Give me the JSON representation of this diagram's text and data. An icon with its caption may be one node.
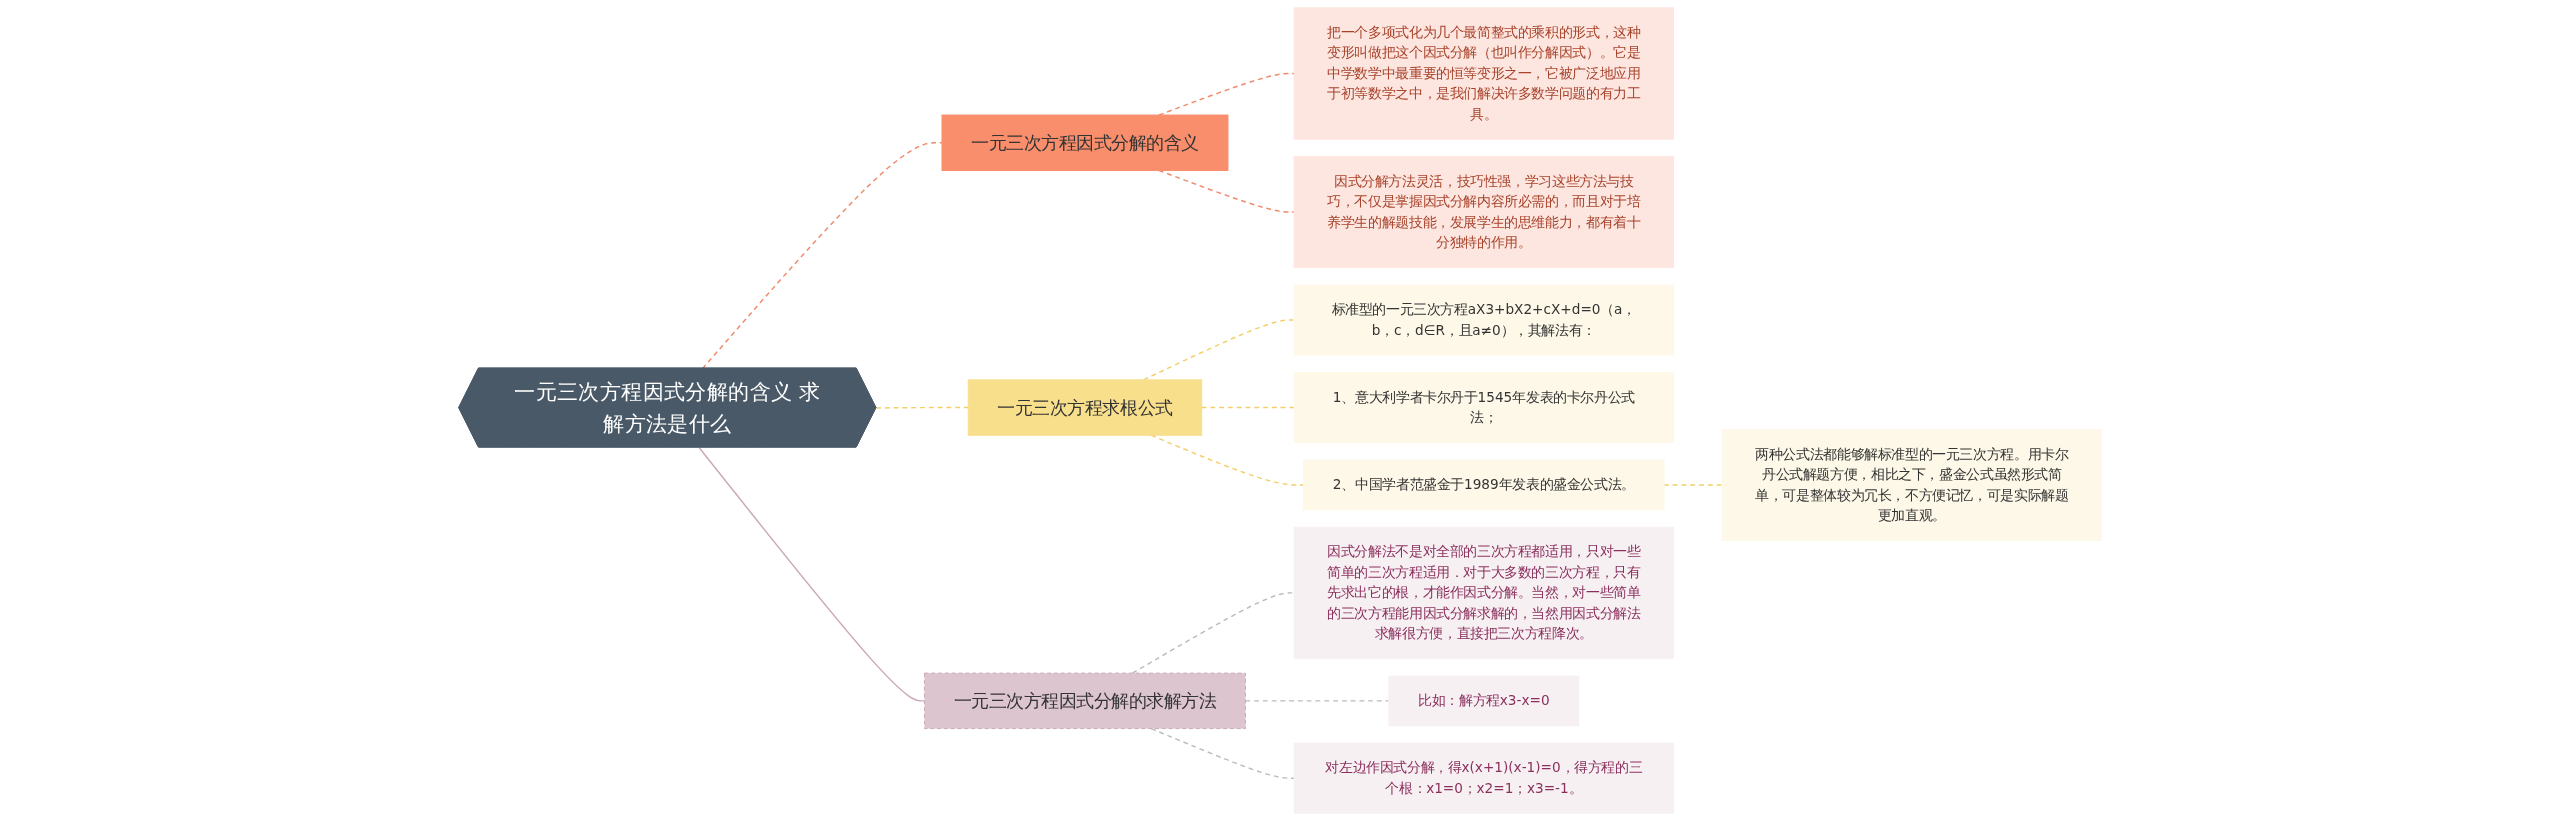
{
  "diagram": {
    "nodes": [
      {
        "text": [
          "一元三次方程因式分解的含义 求解方法是什么"
        ]
      },
      {
        "text": [
          "一元三次方程因式分解的含义"
        ]
      },
      {
        "text": [
          "把一个多项式化为几个最简整式的乘积的形式，这种变形叫做把这个因式分解（也叫作分解因式）。它是中学数学中最重要的恒等变形之一，它被广泛地应用于初等数学之中，是我们解决许多数学问题的有力工具。"
        ]
      },
      {
        "text": [
          "因式分解方法灵活，技巧性强，学习这些方法与技巧，不仅是掌握因式分解内容所必需的，而且对于培养学生的解题技能，发展学生的思维能力，都有着十分独特的作用。"
        ]
      },
      {
        "text": [
          "一元三次方程求根公式"
        ]
      },
      {
        "text": [
          "标准型的一元三次方程aX3+bX2+cX+d=0（a，b，c，d∈R，且a≠0），其解法有："
        ]
      },
      {
        "text": [
          "1、意大利学者卡尔丹于1545年发表的卡尔丹公式法；"
        ]
      },
      {
        "text": [
          "2、中国学者范盛金于1989年发表的盛金公式法。"
        ]
      },
      {
        "text": [
          "两种公式法都能够解标准型的一元三次方程。用卡尔丹公式解题方便，相比之下，盛金公式虽然形式简单，可是整体较为冗长，不方便记忆，可是实际解题更加直观。"
        ]
      },
      {
        "text": [
          "一元三次方程因式分解的求解方法"
        ]
      },
      {
        "text": [
          "因式分解法不是对全部的三次方程都适用，只对一些简单的三次方程适用．对于大多数的三次方程，只有先求出它的根，才能作因式分解。当然，对一些简单的三次方程能用因式分解求解的，当然用因式分解法求解很方便，直接把三次方程降次。"
        ]
      },
      {
        "text": [
          "比如：解方程x3-x=0"
        ]
      },
      {
        "text": [
          "对左边作因式分解，得x(x+1)(x-1)=0，得方程的三个根：x1=0；x2=1；x3=-1。"
        ]
      }
    ],
    "edges": [
      {
        "from": 0,
        "to": 1,
        "arrow": "none",
        "style": "dashed",
        "color": "#f08a6c"
      },
      {
        "from": 1,
        "to": 2,
        "arrow": "none",
        "style": "dashed",
        "color": "#f08a6c"
      },
      {
        "from": 1,
        "to": 3,
        "arrow": "none",
        "style": "dashed",
        "color": "#f08a6c"
      },
      {
        "from": 0,
        "to": 4,
        "arrow": "none",
        "style": "dashed"
      },
      {
        "from": 4,
        "to": 5,
        "arrow": "none",
        "style": "dashed"
      },
      {
        "from": 4,
        "to": 6,
        "arrow": "none",
        "style": "dashed"
      },
      {
        "from": 4,
        "to": 7,
        "arrow": "none",
        "style": "dashed"
      },
      {
        "from": 7,
        "to": 8,
        "arrow": "none",
        "style": "dashed"
      },
      {
        "from": 0,
        "to": 9,
        "arrow": "none",
        "color": "#c9a9b8"
      },
      {
        "from": 9,
        "to": 10,
        "arrow": "none",
        "style": "dashed",
        "color": "#bbbbbb"
      },
      {
        "from": 9,
        "to": 11,
        "arrow": "none",
        "style": "dashed",
        "color": "#bbbbbb"
      },
      {
        "from": 9,
        "to": 12,
        "arrow": "none",
        "style": "dashed",
        "color": "#bbbbbb"
      }
    ]
  }
}
